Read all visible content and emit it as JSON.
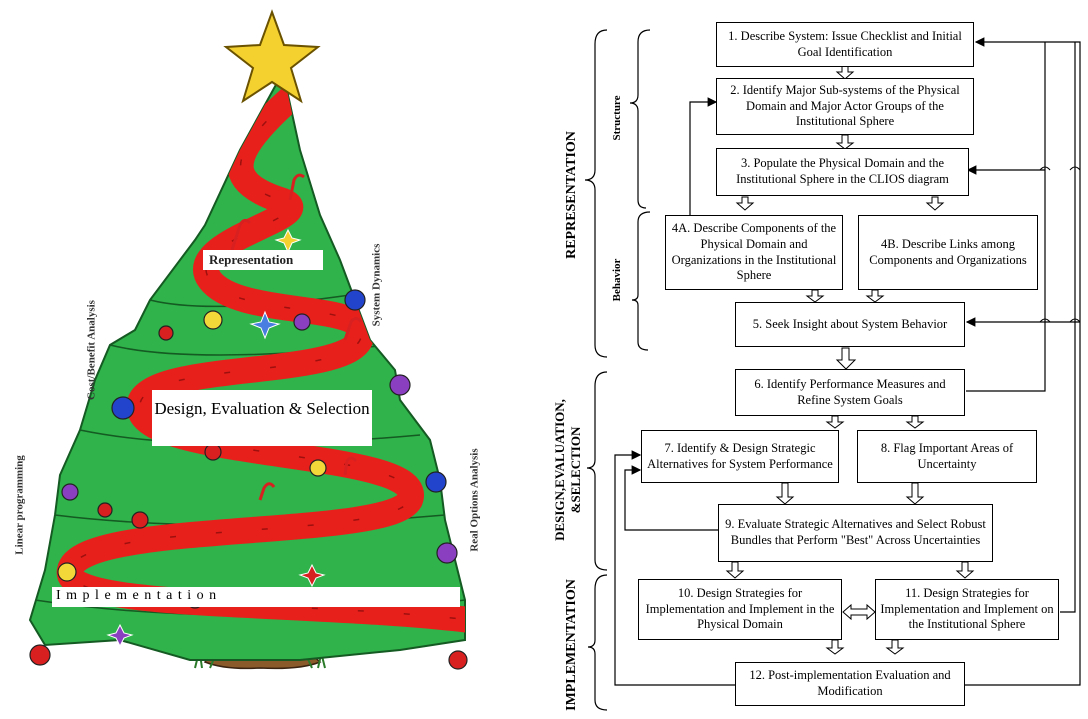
{
  "tree": {
    "representation_banner": "Representation",
    "design_banner": "Design, Evaluation & Selection",
    "implementation_banner": "I m p l e m e n t a t i o n",
    "side_labels": {
      "system_dynamics": "System Dynamics",
      "cost_benefit": "Cost/Benefit Analysis",
      "linear_programming": "Linear programming",
      "real_options": "Real Options Analysis"
    },
    "colors": {
      "foliage": "#2fb34a",
      "ribbon": "#e8201c",
      "trunk": "#8b5a2b",
      "star": "#f5d130"
    }
  },
  "flow": {
    "stage_labels": {
      "representation": "REPRESENTATION",
      "design": "DESIGN,EVALUATION, &SELECTION",
      "implementation": "IMPLEMENTATION"
    },
    "sub_labels": {
      "structure": "Structure",
      "behavior": "Behavior"
    },
    "steps": {
      "s1": "1. Describe System: Issue Checklist and Initial Goal Identification",
      "s2": "2. Identify Major Sub-systems of the Physical Domain and Major Actor Groups of the Institutional Sphere",
      "s3": "3. Populate the Physical Domain and the Institutional Sphere in the CLIOS diagram",
      "s4a": "4A. Describe Components of the Physical Domain and Organizations in the Institutional Sphere",
      "s4b": "4B. Describe Links among Components and Organizations",
      "s5": "5. Seek Insight about System Behavior",
      "s6": "6. Identify Performance Measures and Refine System Goals",
      "s7": "7. Identify & Design Strategic Alternatives for System Performance",
      "s8": "8. Flag Important Areas of Uncertainty",
      "s9": "9. Evaluate Strategic Alternatives and Select Robust Bundles that Perform \"Best\" Across Uncertainties",
      "s10": "10. Design Strategies for Implementation and Implement in the Physical Domain",
      "s11": "11. Design Strategies for Implementation and Implement on the Institutional Sphere",
      "s12": "12. Post-implementation Evaluation and Modification"
    }
  }
}
